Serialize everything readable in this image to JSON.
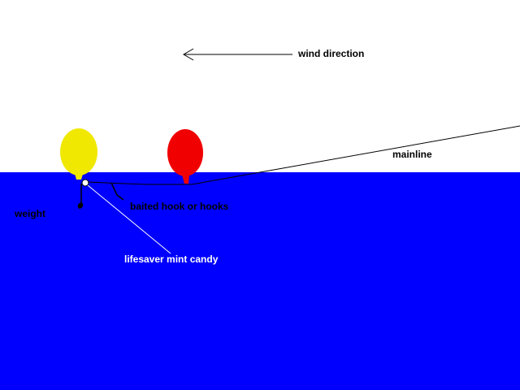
{
  "labels": {
    "wind": "wind direction",
    "mainline": "mainline",
    "weight": "weight",
    "hook": "baited hook or hooks",
    "lifesaver": "lifesaver mint candy"
  },
  "colors": {
    "sky": "#ffffff",
    "water": "#0000ff",
    "yellow_balloon": "#f0e800",
    "red_balloon": "#f00000"
  }
}
